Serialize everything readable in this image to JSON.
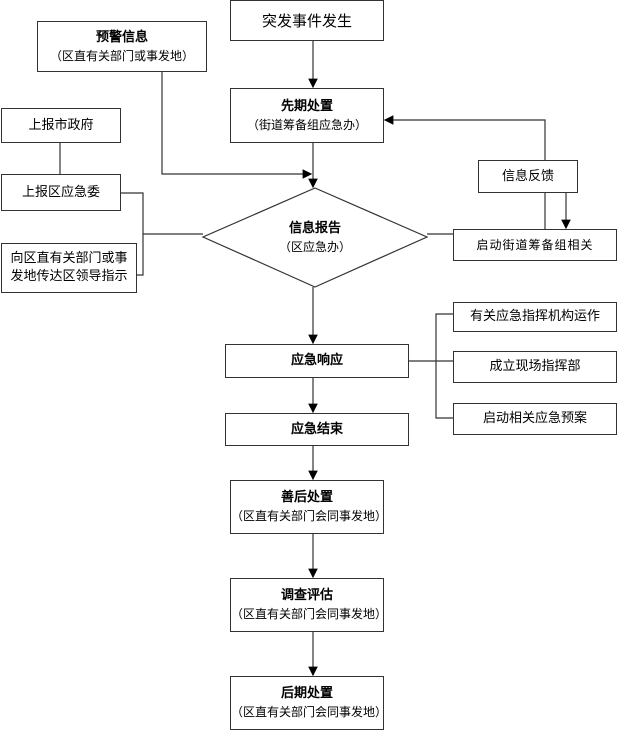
{
  "nodes": {
    "event": {
      "title": "突发事件发生"
    },
    "warning": {
      "title": "预警信息",
      "sub": "（区直有关部门或事发地）"
    },
    "initial": {
      "title": "先期处置",
      "sub": "（街道筹备组应急办）"
    },
    "report_city": {
      "label": "上报市政府"
    },
    "report_committee": {
      "label": "上报区应急委"
    },
    "relay": {
      "line1": "向区直有关部门或事",
      "line2": "发地传达区领导指示"
    },
    "feedback": {
      "label": "信息反馈"
    },
    "start_street": {
      "label": "启动街道筹备组相关"
    },
    "info_report": {
      "title": "信息报告",
      "sub": "（区应急办）"
    },
    "response": {
      "title": "应急响应"
    },
    "response_opts": [
      "有关应急指挥机构运作",
      "成立现场指挥部",
      "启动相关应急预案"
    ],
    "end": {
      "title": "应急结束"
    },
    "aftermath": {
      "title": "善后处置",
      "sub": "（区直有关部门会同事发地）"
    },
    "investigate": {
      "title": "调查评估",
      "sub": "（区直有关部门会同事发地）"
    },
    "later": {
      "title": "后期处置",
      "sub": "（区直有关部门会同事发地）"
    }
  },
  "colors": {
    "line": "#333333"
  }
}
